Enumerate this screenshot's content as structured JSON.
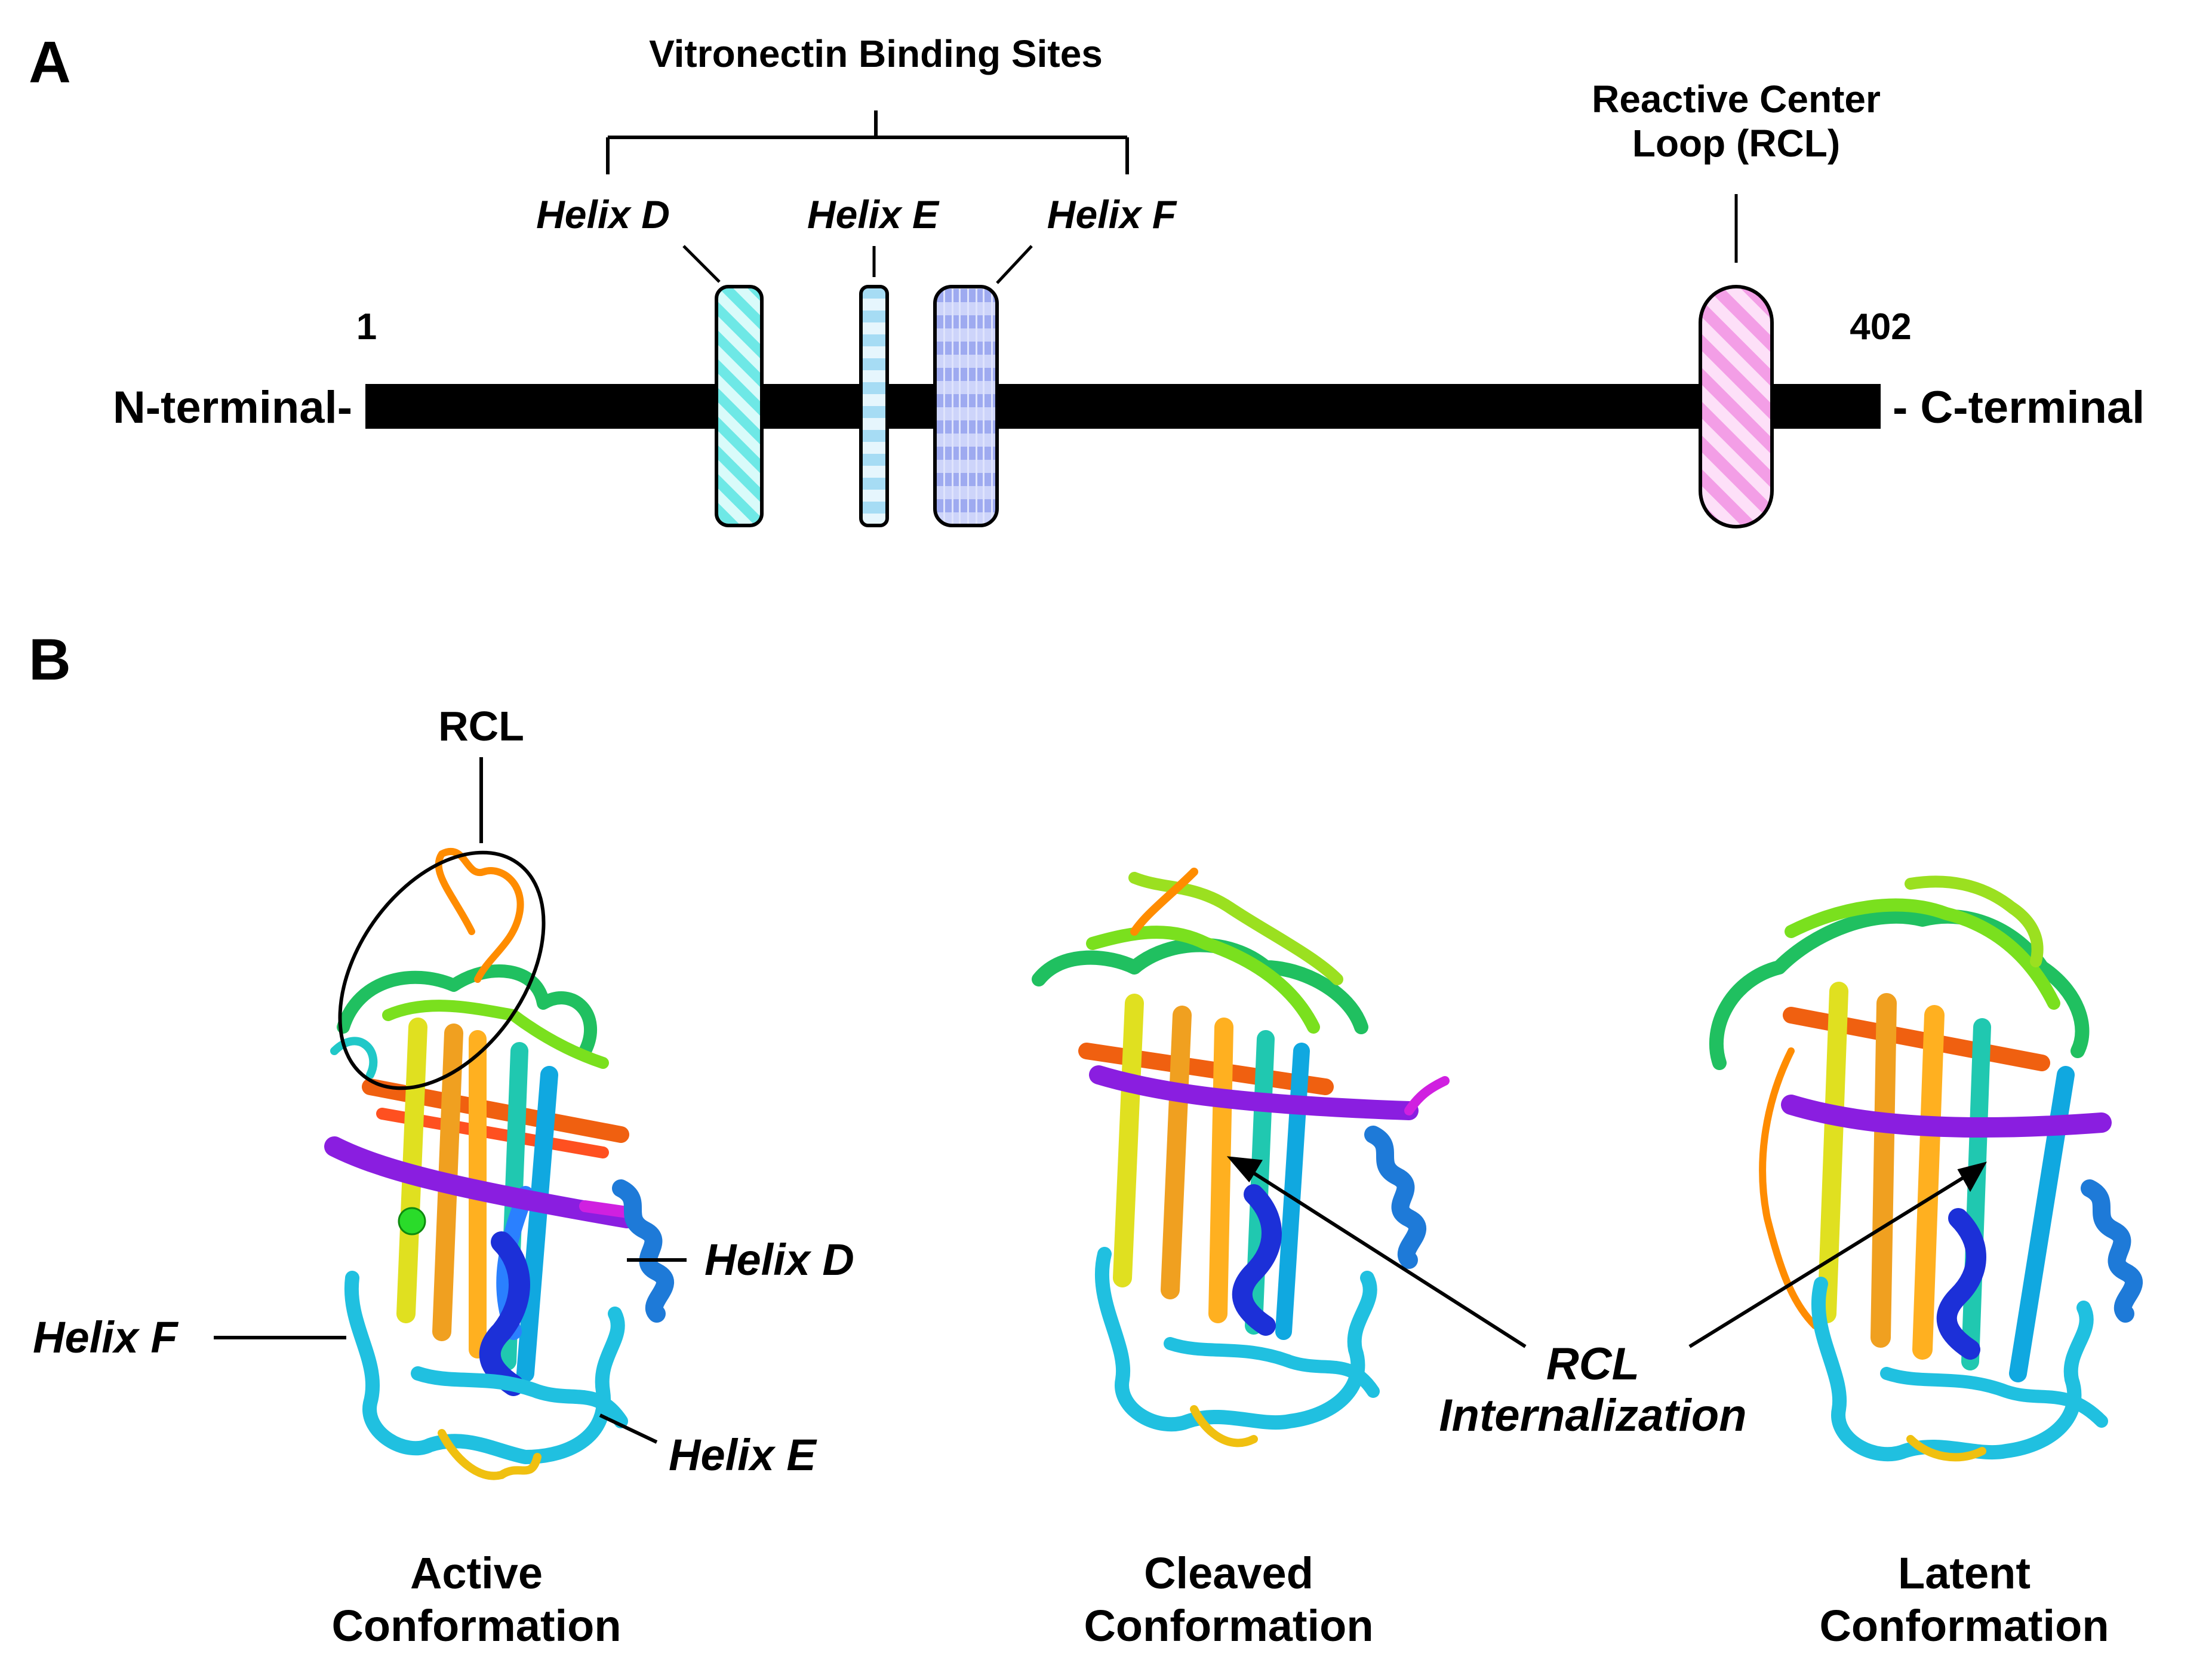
{
  "panel_a": {
    "label": "A",
    "binding_sites_title": "Vitronectin Binding Sites",
    "helix_d": "Helix D",
    "helix_e": "Helix E",
    "helix_f": "Helix F",
    "rcl_line1": "Reactive Center",
    "rcl_line2": "Loop (RCL)",
    "residue_start": "1",
    "residue_end": "402",
    "n_terminal": "N-terminal-",
    "c_terminal": "- C-terminal",
    "colors": {
      "helix_d": "#7ff0ee",
      "helix_e": "#bde6f8",
      "helix_f": "#aab4f2",
      "rcl": "#f8b6ee",
      "backbone": "#000000"
    }
  },
  "panel_b": {
    "label": "B",
    "rcl": "RCL",
    "helix_d": "Helix D",
    "helix_e": "Helix E",
    "helix_f": "Helix F",
    "rcl_internalization_line1": "RCL",
    "rcl_internalization_line2": "Internalization",
    "active_line1": "Active",
    "active_line2": "Conformation",
    "cleaved_line1": "Cleaved",
    "cleaved_line2": "Conformation",
    "latent_line1": "Latent",
    "latent_line2": "Conformation"
  }
}
